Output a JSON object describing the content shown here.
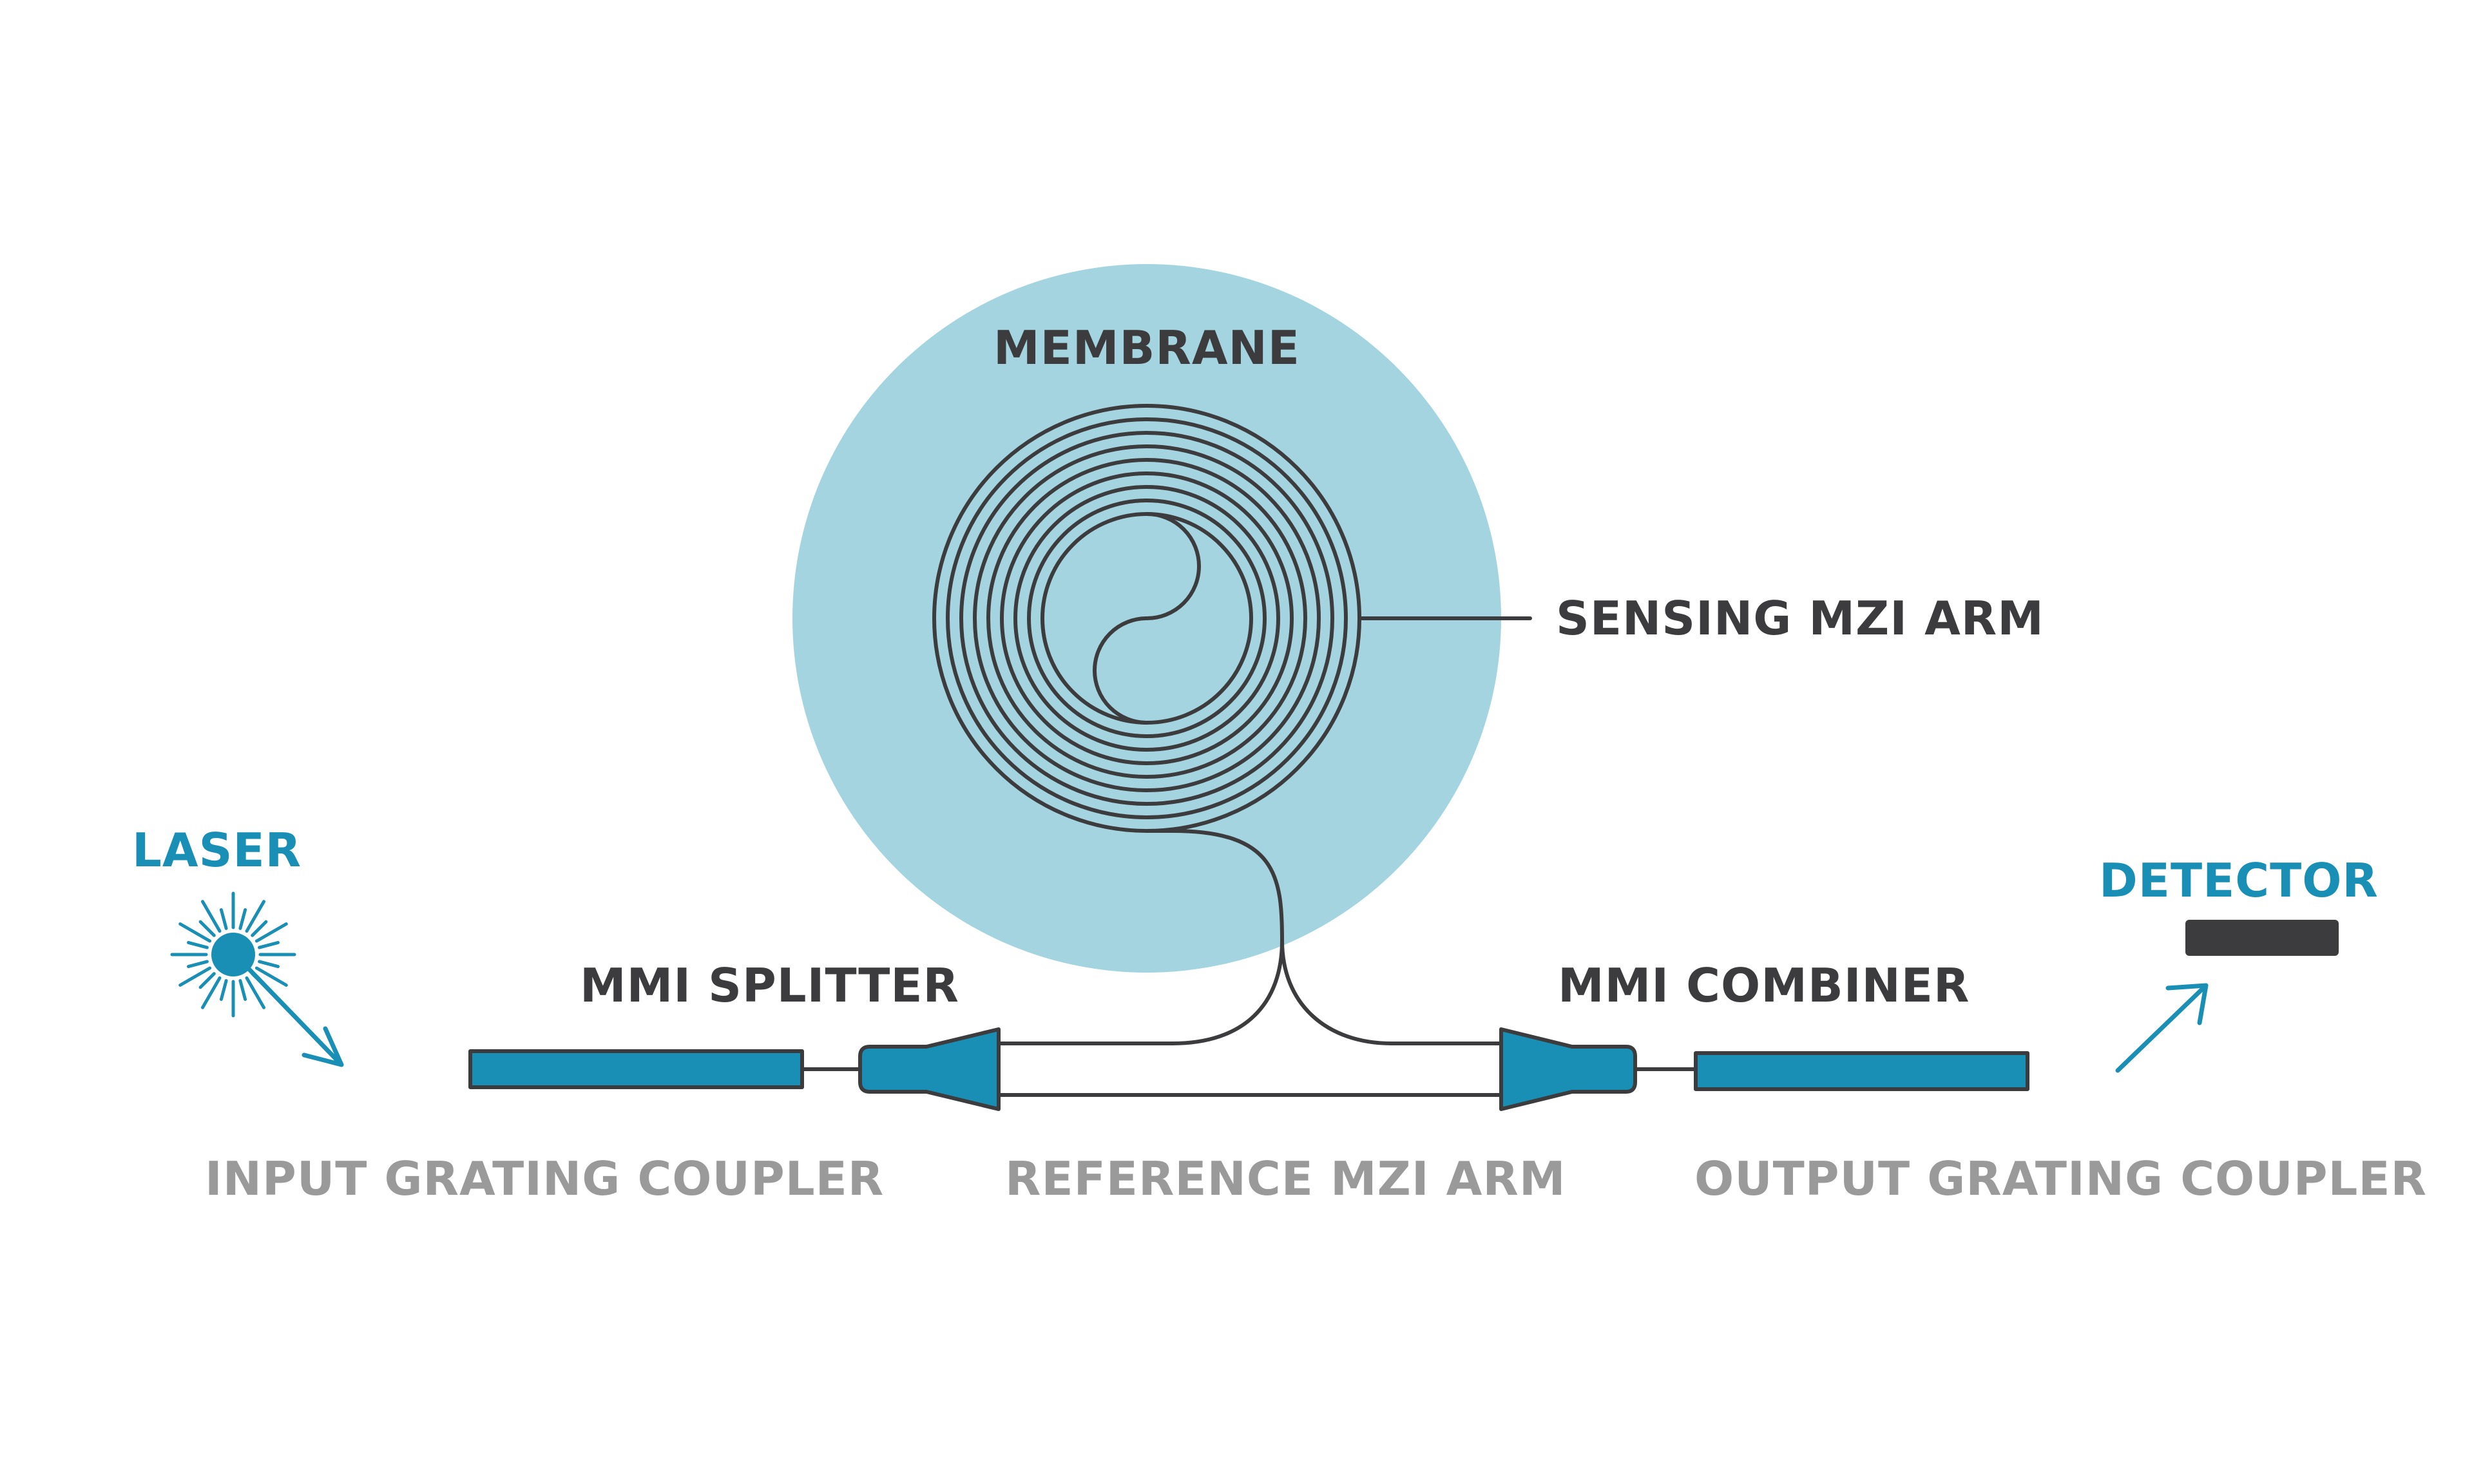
{
  "labels": {
    "membrane": "MEMBRANE",
    "sensing_arm": "SENSING MZI ARM",
    "laser": "LASER",
    "detector": "DETECTOR",
    "mmi_splitter": "MMI SPLITTER",
    "mmi_combiner": "MMI COMBINER",
    "input_coupler": "INPUT GRATING COUPLER",
    "reference_arm": "REFERENCE MZI ARM",
    "output_coupler": "OUTPUT GRATING COUPLER"
  },
  "colors": {
    "membrane": "#a5d4e1",
    "component_blue": "#1a8fb6",
    "waveguide": "#3c3c3e",
    "label_dark": "#3c3c3e",
    "label_blue": "#1a8fb6",
    "label_grey": "#9a9a9a",
    "detector": "#3c3c3e"
  },
  "icons": {
    "laser": "starburst-icon",
    "input_arrow": "arrow-down-right-icon",
    "output_arrow": "arrow-up-right-icon"
  }
}
